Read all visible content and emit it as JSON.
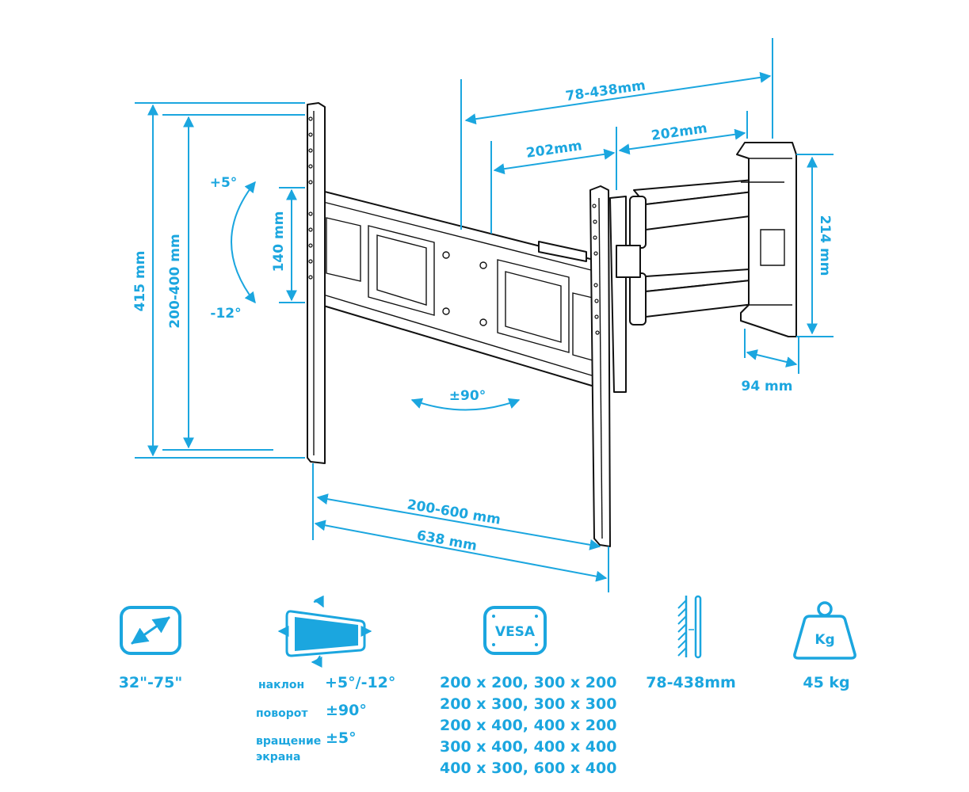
{
  "dimensions": {
    "height_total": "415 mm",
    "vesa_vertical": "200-400 mm",
    "slot_height": "140 mm",
    "tilt_up": "+5°",
    "tilt_down": "-12°",
    "extension": "78-438mm",
    "arm_segment_1": "202mm",
    "arm_segment_2": "202mm",
    "wall_plate_height": "214 mm",
    "wall_plate_width": "94 mm",
    "swivel": "±90°",
    "vesa_horizontal": "200-600 mm",
    "width_total": "638 mm"
  },
  "specs": {
    "screen_size": "32\"-75\"",
    "tilt_label": "наклон",
    "tilt_value": "+5°/-12°",
    "swivel_label": "поворот",
    "swivel_value": "±90°",
    "rotation_label_1": "вращение",
    "rotation_label_2": "экрана",
    "rotation_value": "±5°",
    "vesa_icon_text": "VESA",
    "vesa_patterns": [
      "200 x 200, 300 x 200",
      "200 x 300, 300 x 300",
      "200 x 400, 400 x 200",
      "300 x 400, 400 x 400",
      "400 x 300, 600 x 400"
    ],
    "wall_distance": "78-438mm",
    "weight_icon_text": "Kg",
    "max_load": "45 kg"
  },
  "colors": {
    "accent": "#1ba6df",
    "line": "#111111"
  }
}
